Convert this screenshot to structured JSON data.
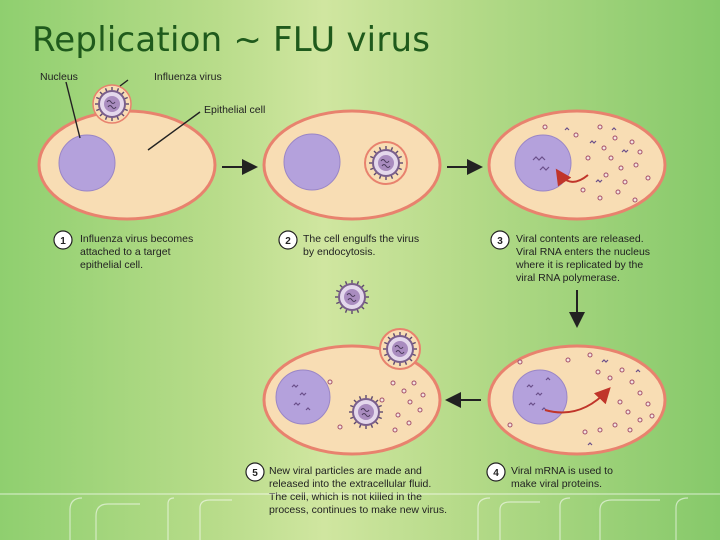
{
  "title": "Replication ~ FLU virus",
  "labels": {
    "nucleus": "Nucleus",
    "influenza_virus": "Influenza virus",
    "epithelial_cell": "Epithelial cell"
  },
  "steps": [
    {
      "number": "1",
      "lines": [
        "Influenza virus becomes",
        "attached to a target",
        "epithelial cell."
      ]
    },
    {
      "number": "2",
      "lines": [
        "The cell engulfs the virus",
        "by endocytosis."
      ]
    },
    {
      "number": "3",
      "lines": [
        "Viral contents are released.",
        "Viral RNA enters the nucleus",
        "where it is replicated by the",
        "viral RNA polymerase."
      ]
    },
    {
      "number": "4",
      "lines": [
        "Viral mRNA is used to",
        "make viral proteins."
      ]
    },
    {
      "number": "5",
      "lines": [
        "New viral particles are made and",
        "released into the extracellular fluid.",
        "The cell, which is not killed in the",
        "process, continues to make new virus."
      ]
    }
  ],
  "colors": {
    "title": "#1f5a1c",
    "cell_fill": "#f8ddb4",
    "cell_border": "#e8826e",
    "nucleus_fill": "#b4a1dc",
    "virus_color": "#8a6a9a",
    "arrow_red": "#c0352a"
  }
}
